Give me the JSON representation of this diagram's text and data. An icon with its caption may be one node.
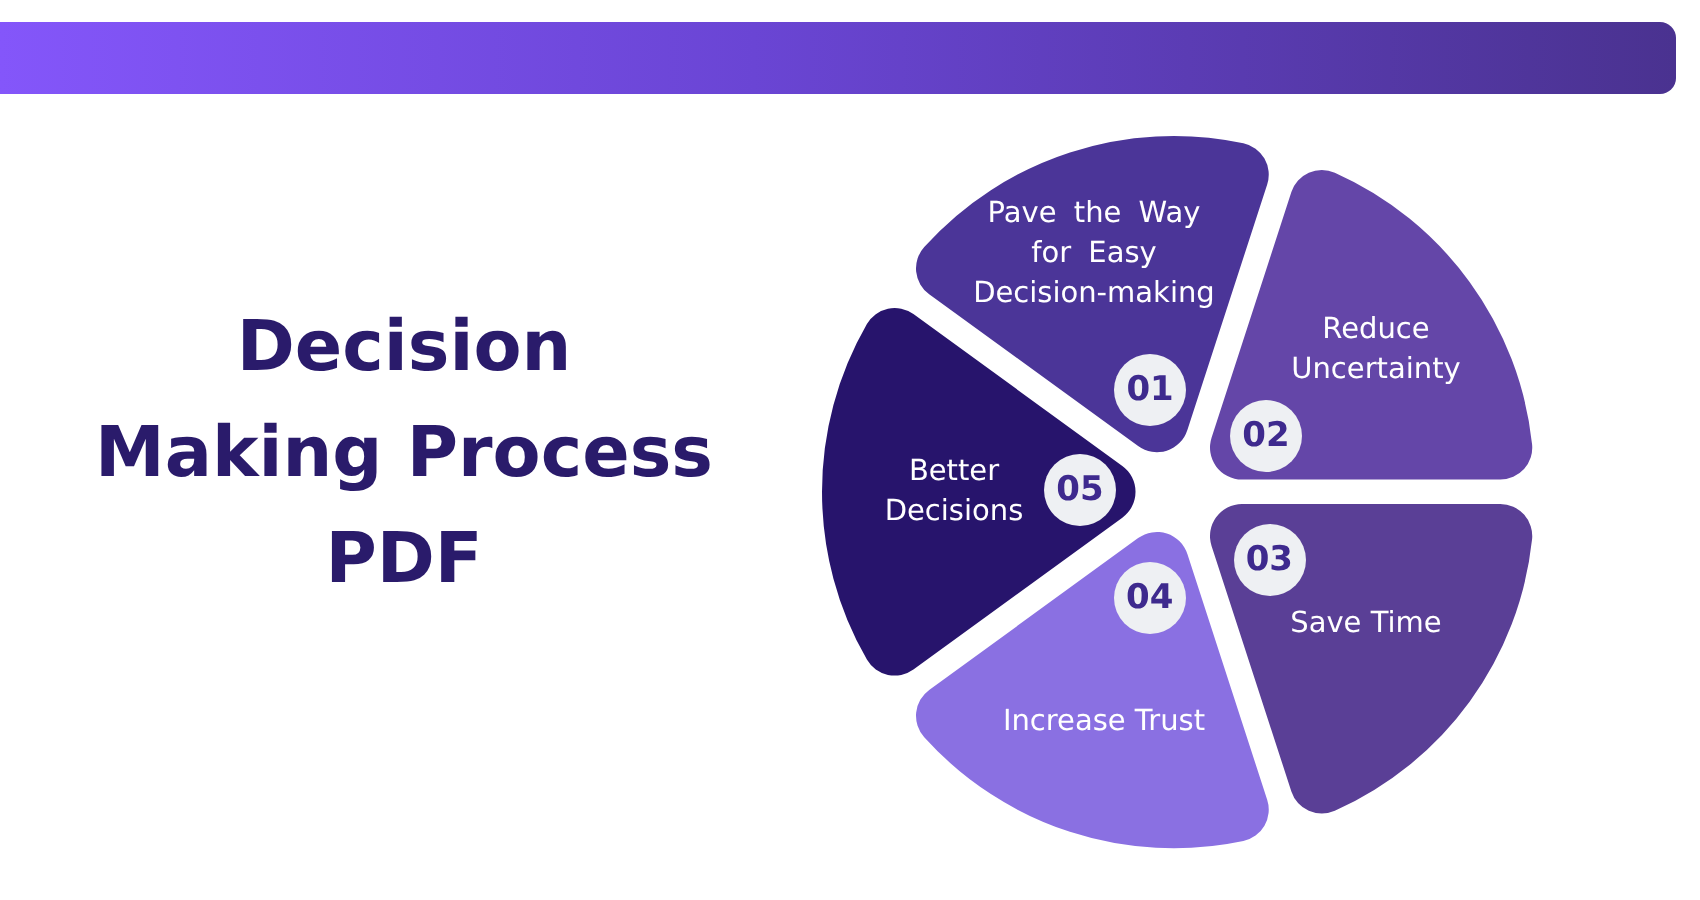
{
  "diagram": {
    "title": "Decision Making Process PDF",
    "nodes": [
      {
        "text": [
          "Pave the Way for Easy Decision-making"
        ]
      },
      {
        "text": [
          "01"
        ],
        "in": 0
      },
      {
        "text": [
          "Reduce Uncertainty"
        ]
      },
      {
        "text": [
          "02"
        ],
        "in": 2
      },
      {
        "text": [
          "Save Time"
        ]
      },
      {
        "text": [
          "03"
        ],
        "in": 4
      },
      {
        "text": [
          "Increase Trust"
        ]
      },
      {
        "text": [
          "04"
        ],
        "in": 6
      },
      {
        "text": [
          "Better Decisions"
        ]
      },
      {
        "text": [
          "05"
        ],
        "in": 8
      }
    ]
  }
}
